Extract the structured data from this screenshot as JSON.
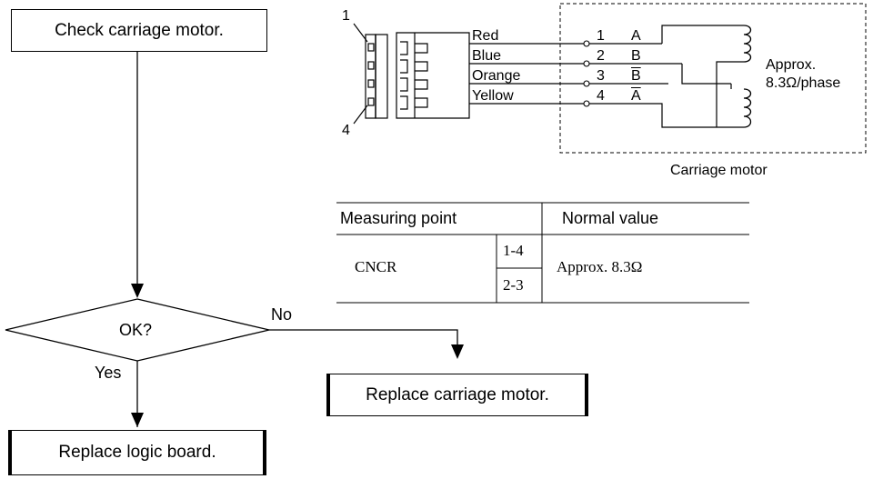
{
  "flowchart": {
    "start_label": "Check carriage motor.",
    "decision_label": "OK?",
    "no_label": "No",
    "yes_label": "Yes",
    "no_action": "Replace carriage motor.",
    "yes_action": "Replace logic board."
  },
  "connector": {
    "pin_first": "1",
    "pin_last": "4",
    "wires": [
      {
        "color": "Red",
        "pin": "1",
        "signal": "A",
        "overline": false
      },
      {
        "color": "Blue",
        "pin": "2",
        "signal": "B",
        "overline": false
      },
      {
        "color": "Orange",
        "pin": "3",
        "signal": "B",
        "overline": true
      },
      {
        "color": "Yellow",
        "pin": "4",
        "signal": "A",
        "overline": true
      }
    ]
  },
  "motor": {
    "resistance_line1": "Approx.",
    "resistance_line2": "8.3Ω/phase",
    "caption": "Carriage motor"
  },
  "measurement_table": {
    "header_point": "Measuring point",
    "header_value": "Normal value",
    "connector": "CNCR",
    "points": [
      "1-4",
      "2-3"
    ],
    "value": "Approx. 8.3Ω"
  }
}
